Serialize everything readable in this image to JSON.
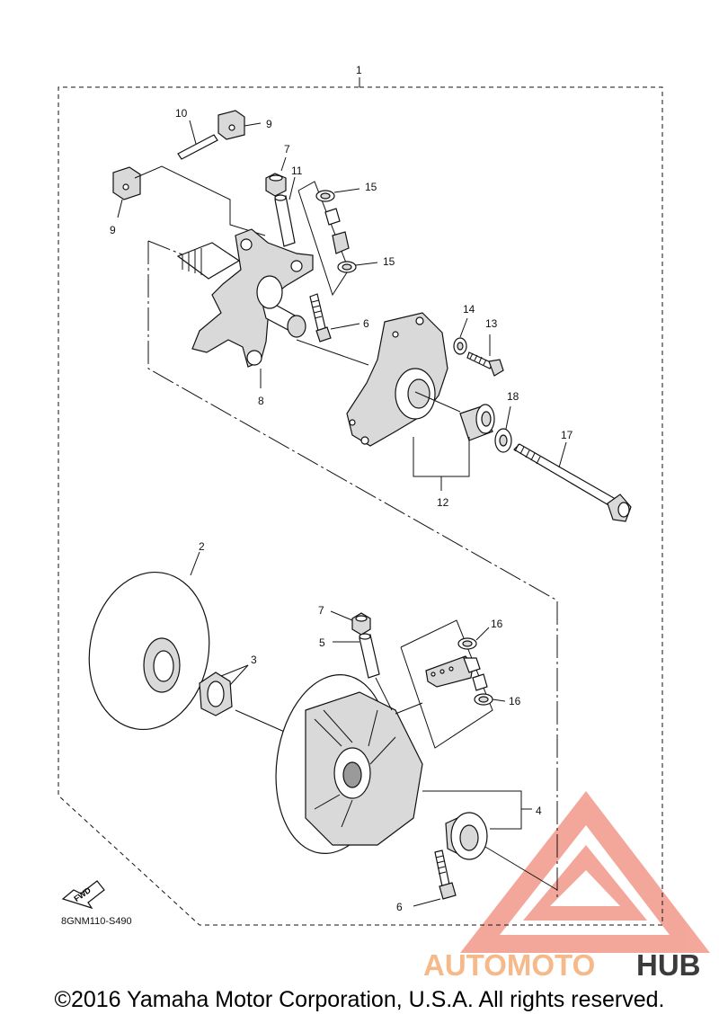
{
  "diagram": {
    "code": "8GNM110-S490",
    "fwd_label": "FWD",
    "callouts": {
      "c1": "1",
      "c2": "2",
      "c3": "3",
      "c4": "4",
      "c5": "5",
      "c6a": "6",
      "c6b": "6",
      "c7a": "7",
      "c7b": "7",
      "c8": "8",
      "c9a": "9",
      "c9b": "9",
      "c10": "10",
      "c11": "11",
      "c12": "12",
      "c13": "13",
      "c14": "14",
      "c15a": "15",
      "c15b": "15",
      "c16a": "16",
      "c16b": "16",
      "c17": "17",
      "c18": "18"
    }
  },
  "watermark": {
    "part1": "AUTOMOTO",
    "part2": "HUB",
    "color_primary": "#f08a7a",
    "color_secondary": "#3b3b3b"
  },
  "copyright": "©2016 Yamaha Motor Corporation, U.S.A. All rights reserved."
}
